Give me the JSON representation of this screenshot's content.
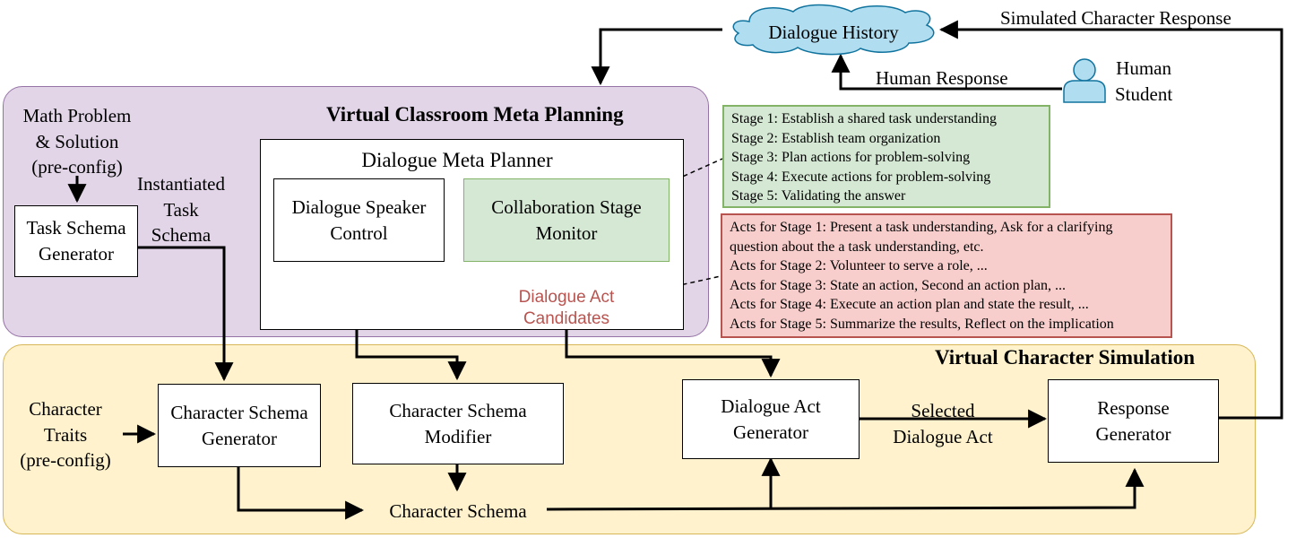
{
  "regions": {
    "meta_title": "Virtual Classroom Meta Planning",
    "sim_title": "Virtual Character Simulation"
  },
  "nodes": {
    "dialogue_history": "Dialogue History",
    "math_problem": "Math Problem\n& Solution\n(pre-config)",
    "task_schema_generator": "Task Schema\nGenerator",
    "instantiated_task_schema": "Instantiated\nTask\nSchema",
    "dialogue_meta_planner": "Dialogue Meta Planner",
    "dialogue_speaker_control": "Dialogue Speaker\nControl",
    "collaboration_stage_monitor": "Collaboration Stage\nMonitor",
    "dialogue_act_candidates": "Dialogue Act\nCandidates",
    "character_traits": "Character\nTraits\n(pre-config)",
    "character_schema_generator": "Character Schema\nGenerator",
    "character_schema_modifier": "Character Schema\nModifier",
    "dialogue_act_generator": "Dialogue Act\nGenerator",
    "response_generator": "Response\nGenerator",
    "character_schema": "Character Schema",
    "selected_dialogue_act": "Selected\nDialogue Act",
    "human_response": "Human Response",
    "human_student": "Human\nStudent",
    "simulated_character_response": "Simulated Character Response"
  },
  "stages": [
    "Stage 1: Establish a shared task understanding",
    "Stage 2: Establish team organization",
    "Stage 3: Plan actions for problem-solving",
    "Stage 4: Execute actions for problem-solving",
    "Stage 5: Validating the answer"
  ],
  "acts": [
    "Acts for Stage 1: Present a task understanding, Ask for a clarifying",
    "question about the a task understanding, etc.",
    "Acts for Stage 2: Volunteer to serve a role, ...",
    "Acts for Stage 3: State an action, Second an action plan, ...",
    "Acts for Stage 4: Execute an action plan and state the result, ...",
    "Acts for Stage 5: Summarize the results, Reflect on the implication"
  ],
  "colors": {
    "meta_fill": "#e1d5e7",
    "meta_border": "#9673a6",
    "sim_fill": "#fff2cc",
    "sim_border": "#d6b656",
    "green_fill": "#d5e8d4",
    "green_border": "#82b366",
    "red_fill": "#f8cecc",
    "red_border": "#b85450",
    "cloud_fill": "#b1ddf0",
    "cloud_border": "#10739e",
    "person_fill": "#b1ddf0"
  },
  "icons": [
    "cloud-shape",
    "person-icon"
  ]
}
